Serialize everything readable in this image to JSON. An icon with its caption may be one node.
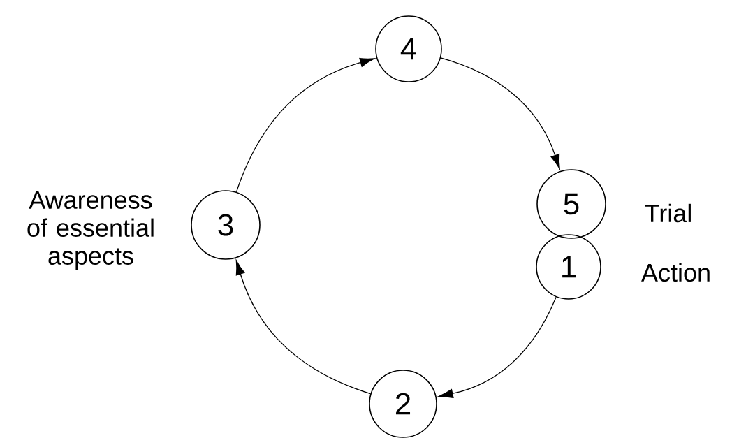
{
  "diagram": {
    "nodes": [
      {
        "text": [
          "4"
        ]
      },
      {
        "text": [
          "3"
        ],
        "beside": [
          "Awareness of essential aspects"
        ]
      },
      {
        "text": [
          "5"
        ],
        "beside": [
          "Trial"
        ]
      },
      {
        "text": [
          "1"
        ],
        "beside": [
          "Action"
        ]
      },
      {
        "text": [
          "2"
        ]
      }
    ],
    "edges": [
      {
        "from": 3,
        "to": 4,
        "arrow": "to"
      },
      {
        "from": 4,
        "to": 1,
        "arrow": "to"
      },
      {
        "from": 1,
        "to": 0,
        "arrow": "to"
      },
      {
        "from": 0,
        "to": 2,
        "arrow": "to"
      }
    ]
  }
}
